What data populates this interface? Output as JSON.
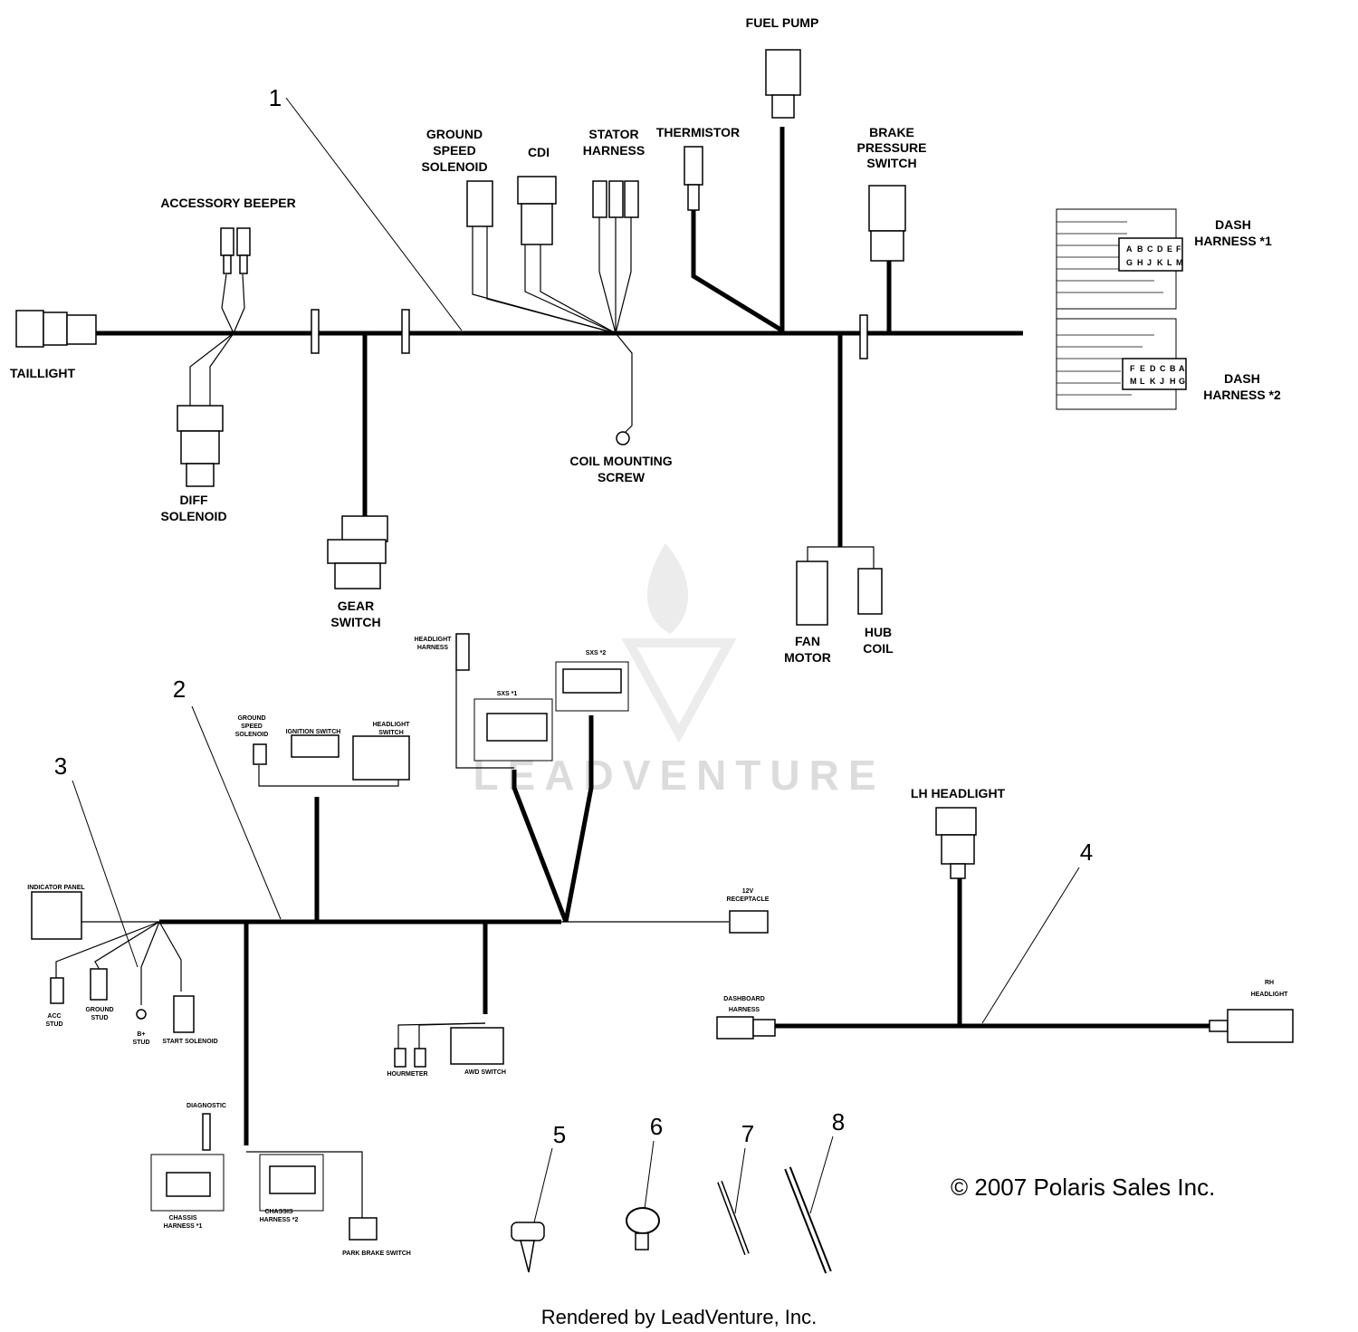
{
  "labels": {
    "fuel_pump": "FUEL PUMP",
    "accessory_beeper": "ACCESSORY BEEPER",
    "ground_speed_solenoid": [
      "GROUND",
      "SPEED",
      "SOLENOID"
    ],
    "cdi": "CDI",
    "stator_harness": [
      "STATOR",
      "HARNESS"
    ],
    "thermistor": "THERMISTOR",
    "brake_pressure_switch": [
      "BRAKE",
      "PRESSURE",
      "SWITCH"
    ],
    "dash_harness_1": [
      "DASH",
      "HARNESS *1"
    ],
    "dash_harness_2": [
      "DASH",
      "HARNESS *2"
    ],
    "taillight": "TAILLIGHT",
    "diff_solenoid": [
      "DIFF",
      "SOLENOID"
    ],
    "gear_switch": [
      "GEAR",
      "SWITCH"
    ],
    "coil_mounting_screw": [
      "COIL MOUNTING",
      "SCREW"
    ],
    "fan_motor": [
      "FAN",
      "MOTOR"
    ],
    "hub_coil": [
      "HUB",
      "COIL"
    ],
    "headlight_harness": [
      "HEADLIGHT",
      "HARNESS"
    ],
    "sxs_1": "SXS *1",
    "sxs_2": "SXS *2",
    "ground_speed_solenoid_small": [
      "GROUND",
      "SPEED",
      "SOLENOID"
    ],
    "ignition_switch": "IGNITION SWITCH",
    "headlight_switch": [
      "HEADLIGHT",
      "SWITCH"
    ],
    "indicator_panel": "INDICATOR PANEL",
    "receptacle_12v": [
      "12V",
      "RECEPTACLE"
    ],
    "acc_stud": [
      "ACC",
      "STUD"
    ],
    "ground_stud": [
      "GROUND",
      "STUD"
    ],
    "b_stud": [
      "B+",
      "STUD"
    ],
    "start_solenoid": "START SOLENOID",
    "hourmeter": "HOURMETER",
    "awd_switch": "AWD SWITCH",
    "diagnostic": "DIAGNOSTIC",
    "chassis_harness_1": [
      "CHASSIS",
      "HARNESS *1"
    ],
    "chassis_harness_2": [
      "CHASSIS",
      "HARNESS *2"
    ],
    "park_brake_switch": "PARK BRAKE SWITCH",
    "lh_headlight": "LH HEADLIGHT",
    "rh_headlight": [
      "RH",
      "HEADLIGHT"
    ],
    "dashboard_harness": [
      "DASHBOARD",
      "HARNESS"
    ]
  },
  "callouts": [
    "1",
    "2",
    "3",
    "4",
    "5",
    "6",
    "7",
    "8"
  ],
  "copyright": "© 2007 Polaris Sales Inc.",
  "rendered_by": "Rendered by LeadVenture, Inc.",
  "watermark": "LEADVENTURE",
  "pin_letters_1": [
    "A",
    "B",
    "C",
    "D",
    "E",
    "F",
    "G",
    "H",
    "J",
    "K",
    "L",
    "M"
  ],
  "pin_letters_2": [
    "F",
    "E",
    "D",
    "C",
    "B",
    "A",
    "M",
    "L",
    "K",
    "J",
    "H",
    "G"
  ]
}
